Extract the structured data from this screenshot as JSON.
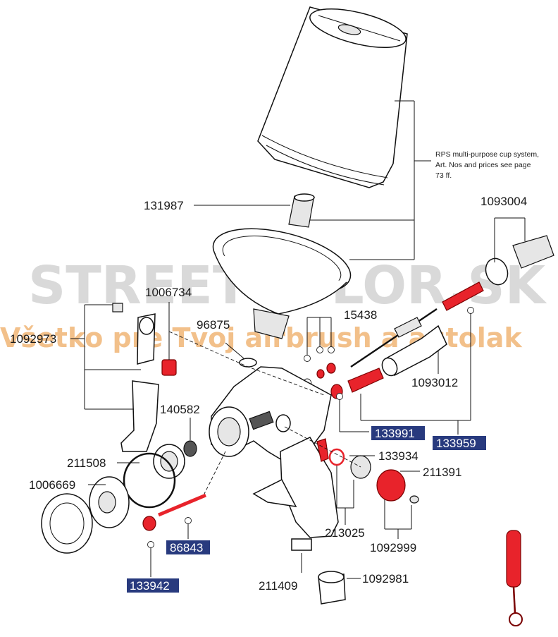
{
  "watermark": {
    "brand": "STREETCOLOR.SK",
    "slogan": "Všetko pre Tvoj airbrush a autolak"
  },
  "note": {
    "line1": "RPS multi-purpose cup system,",
    "line2": "Art. Nos and prices see page",
    "line3": "73 ff."
  },
  "parts": {
    "p131987": "131987",
    "p1093004": "1093004",
    "p1006734": "1006734",
    "p15438": "15438",
    "p1092973": "1092973",
    "p96875": "96875",
    "p1093012": "1093012",
    "p140582": "140582",
    "p133991": "133991",
    "p133959": "133959",
    "p133934": "133934",
    "p211508": "211508",
    "p211391": "211391",
    "p1006669": "1006669",
    "p213025": "213025",
    "p86843": "86843",
    "p1092999": "1092999",
    "p133942": "133942",
    "p211409": "211409",
    "p1092981": "1092981"
  },
  "colors": {
    "highlight_box": "#283a7e",
    "replacement_part_red": "#e8232b"
  }
}
